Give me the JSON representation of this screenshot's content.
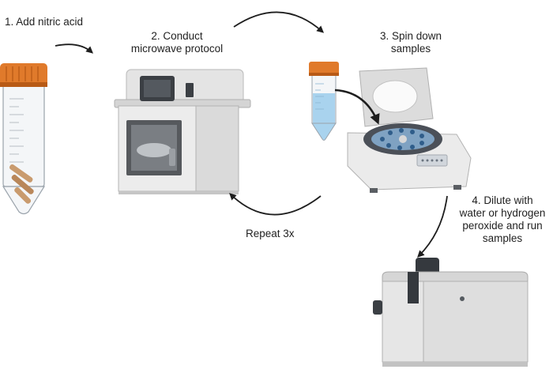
{
  "steps": [
    {
      "line1": "1. Add nitric acid"
    },
    {
      "line1": "2. Conduct",
      "line2": "microwave protocol"
    },
    {
      "line1": "3. Spin down",
      "line2": "samples"
    },
    {
      "line1": "4. Dilute with",
      "line2": "water or hydrogen",
      "line3": "peroxide and run",
      "line4": "samples"
    }
  ],
  "repeat_label": "Repeat 3x",
  "colors": {
    "cap": "#e07a2b",
    "cap_dark": "#b85a16",
    "liquid": "#a9d3ee",
    "device_body": "#e6e6e6",
    "device_shadow": "#c9c9c9",
    "dark_panel": "#3b3f44",
    "arrow": "#1e1e1e"
  }
}
